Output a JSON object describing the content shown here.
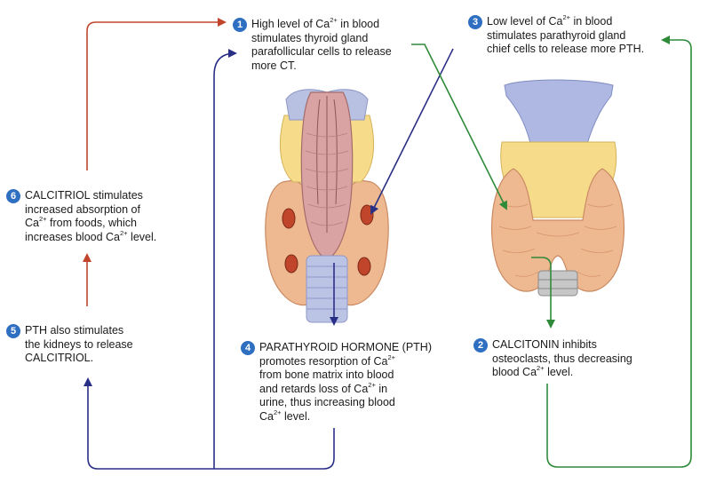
{
  "colors": {
    "green_arrow": "#2f8a3a",
    "blue_arrow": "#2a2f86",
    "red_arrow": "#c0452a",
    "step_badge": "#2f6fc1"
  },
  "steps": [
    {
      "num": "1",
      "lines": [
        {
          "pre": "High level of Ca",
          "sup": "2+",
          "post": " in blood"
        },
        {
          "pre": "stimulates thyroid gland"
        },
        {
          "pre": "parafollicular cells to release"
        },
        {
          "pre": "more CT."
        }
      ]
    },
    {
      "num": "2",
      "lines": [
        {
          "pre": "CALCITONIN inhibits"
        },
        {
          "pre": "osteoclasts, thus decreasing"
        },
        {
          "pre": "blood Ca",
          "sup": "2+",
          "post": " level."
        }
      ]
    },
    {
      "num": "3",
      "lines": [
        {
          "pre": "Low level of Ca",
          "sup": "2+",
          "post": " in blood"
        },
        {
          "pre": "stimulates parathyroid gland"
        },
        {
          "pre": "chief cells to release more PTH."
        }
      ]
    },
    {
      "num": "4",
      "lines": [
        {
          "pre": "PARATHYROID HORMONE (PTH)"
        },
        {
          "pre": "promotes resorption of Ca",
          "sup": "2+"
        },
        {
          "pre": "from bone matrix into blood"
        },
        {
          "pre": "and retards loss of Ca",
          "sup": "2+",
          "post": " in"
        },
        {
          "pre": "urine, thus increasing blood"
        },
        {
          "pre": "Ca",
          "sup": "2+",
          "post": " level."
        }
      ]
    },
    {
      "num": "5",
      "lines": [
        {
          "pre": "PTH also stimulates"
        },
        {
          "pre": "the kidneys to release"
        },
        {
          "pre": "CALCITRIOL."
        }
      ]
    },
    {
      "num": "6",
      "lines": [
        {
          "pre": "CALCITRIOL stimulates"
        },
        {
          "pre": "increased absorption of"
        },
        {
          "pre": "Ca",
          "sup": "2+",
          "post": " from foods, which"
        },
        {
          "pre": "increases blood Ca",
          "sup": "2+",
          "post": " level."
        }
      ]
    }
  ]
}
